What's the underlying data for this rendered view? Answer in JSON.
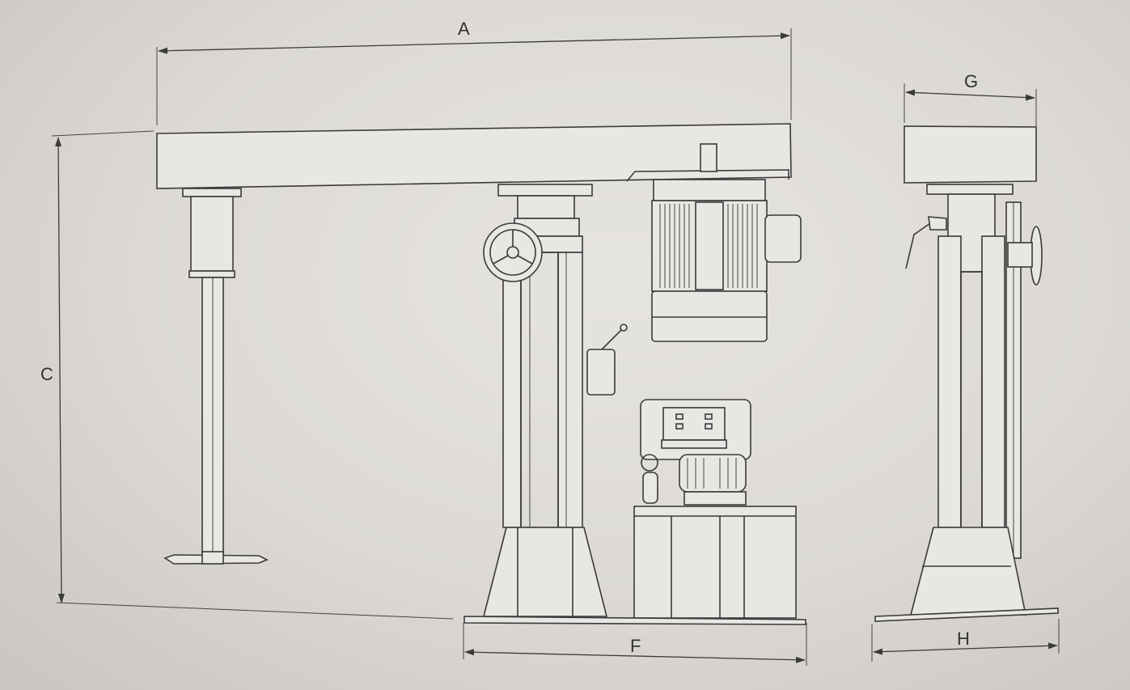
{
  "diagram": {
    "dimension_labels": {
      "A": "A",
      "C": "C",
      "F": "F",
      "G": "G",
      "H": "H"
    }
  }
}
